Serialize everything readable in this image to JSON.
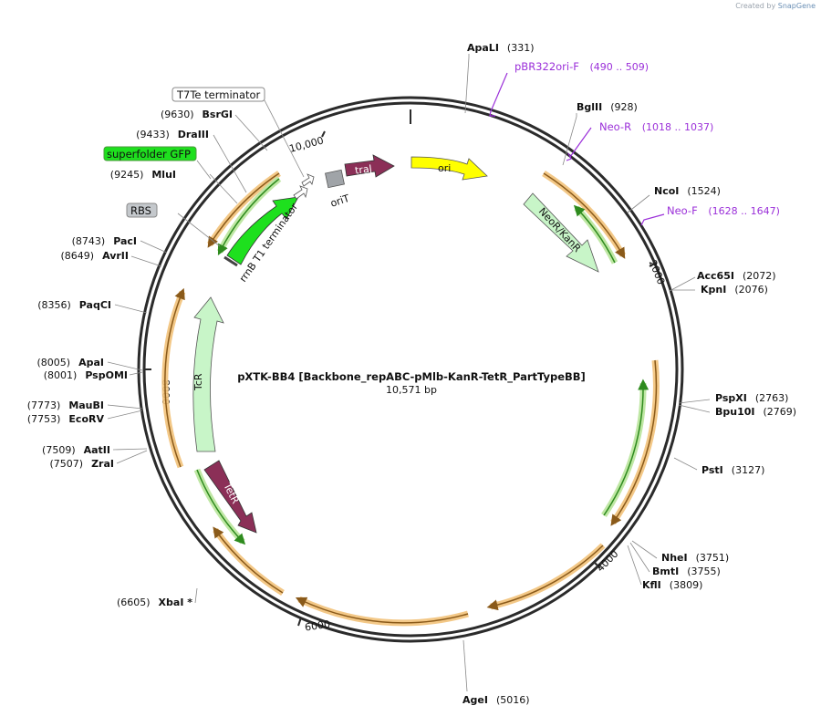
{
  "branding": {
    "created_by": "Created by",
    "app": "SnapGene"
  },
  "plasmid": {
    "name": "pXTK-BB4 [Backbone_repABC-pMlb-KanR-TetR_PartTypeBB]",
    "length_label": "10,571 bp",
    "length": 10571
  },
  "ticks": [
    "2000",
    "4000",
    "6000",
    "8000",
    "10,000"
  ],
  "sites": [
    {
      "name": "ApaLI",
      "pos": "(331)",
      "number_first": false
    },
    {
      "name": "BglII",
      "pos": "(928)",
      "number_first": false
    },
    {
      "name": "NcoI",
      "pos": "(1524)",
      "number_first": false
    },
    {
      "name": "Acc65I",
      "pos": "(2072)",
      "number_first": false
    },
    {
      "name": "KpnI",
      "pos": "(2076)",
      "number_first": false
    },
    {
      "name": "PspXI",
      "pos": "(2763)",
      "number_first": false
    },
    {
      "name": "Bpu10I",
      "pos": "(2769)",
      "number_first": false
    },
    {
      "name": "PstI",
      "pos": "(3127)",
      "number_first": false
    },
    {
      "name": "NheI",
      "pos": "(3751)",
      "number_first": false
    },
    {
      "name": "BmtI",
      "pos": "(3755)",
      "number_first": false
    },
    {
      "name": "KflI",
      "pos": "(3809)",
      "number_first": false
    },
    {
      "name": "AgeI",
      "pos": "(5016)",
      "number_first": false
    },
    {
      "name": "XbaI *",
      "pos": "(6605)",
      "number_first": true
    },
    {
      "name": "ZraI",
      "pos": "(7507)",
      "number_first": true
    },
    {
      "name": "AatII",
      "pos": "(7509)",
      "number_first": true
    },
    {
      "name": "EcoRV",
      "pos": "(7753)",
      "number_first": true
    },
    {
      "name": "MauBI",
      "pos": "(7773)",
      "number_first": true
    },
    {
      "name": "PspOMI",
      "pos": "(8001)",
      "number_first": true
    },
    {
      "name": "ApaI",
      "pos": "(8005)",
      "number_first": true
    },
    {
      "name": "PaqCI",
      "pos": "(8356)",
      "number_first": true
    },
    {
      "name": "AvrII",
      "pos": "(8649)",
      "number_first": true
    },
    {
      "name": "PacI",
      "pos": "(8743)",
      "number_first": true
    },
    {
      "name": "MluI",
      "pos": "(9245)",
      "number_first": true
    },
    {
      "name": "DraIII",
      "pos": "(9433)",
      "number_first": true
    },
    {
      "name": "BsrGI",
      "pos": "(9630)",
      "number_first": true
    }
  ],
  "primers": [
    {
      "name": "pBR322ori-F",
      "range": "(490 .. 509)"
    },
    {
      "name": "Neo-R",
      "range": "(1018 .. 1037)"
    },
    {
      "name": "Neo-F",
      "range": "(1628 .. 1647)"
    }
  ],
  "features": {
    "tcr": "TcR",
    "tetr": "TetR",
    "neor": "NeoR/KanR",
    "ori": "ori",
    "traj": "traJ",
    "orit": "oriT",
    "rrnb": "rrnB T1 terminator"
  },
  "boxed_labels": {
    "t7te": "T7Te terminator",
    "sfgfp": "superfolder GFP",
    "rbs": "RBS"
  },
  "colors": {
    "backbone": "#2b2b2b",
    "orange_band": "#f2c27a",
    "orange_line": "#8a5a1a",
    "green_band": "#bfe7a4",
    "green_line": "#2e8b1e",
    "ori": "#ffff00",
    "traj": "#8b2f57",
    "tetr": "#8b2f57",
    "tcr": "#c8f5c8",
    "neor": "#c8f5c8",
    "sfgfp": "#1ee01e",
    "orit": "#a0a4a8",
    "primer": "#9b30d9",
    "rbs_box": "#c4c8cc"
  }
}
